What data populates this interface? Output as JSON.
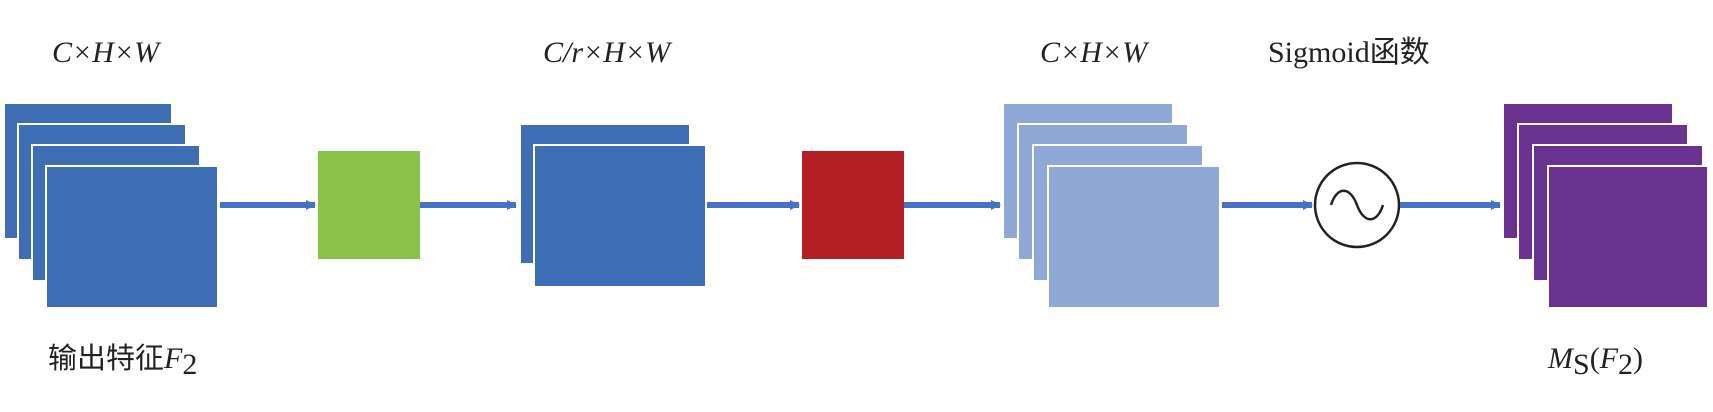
{
  "labels": {
    "input_dims": "C×H×W",
    "reduced_dims": "C/r×H×W",
    "restored_dims": "C×H×W",
    "sigmoid_label": "Sigmoid函数",
    "input_caption_text": "输出特征",
    "input_caption_var": "F",
    "input_caption_sub": "2",
    "output_caption_var": "M",
    "output_caption_sub": "S",
    "output_caption_arg_open": "(",
    "output_caption_arg_var": "F",
    "output_caption_arg_sub": "2",
    "output_caption_arg_close": ")"
  },
  "colors": {
    "input_block": "#3f6eb5",
    "reduce_op": "#8bc34a",
    "reduced_block": "#3f6eb5",
    "expand_op": "#b21f24",
    "restored_block": "#8fa8d5",
    "output_block": "#69338f",
    "arrow": "#4472c4",
    "text": "#222222"
  },
  "icons": {
    "sigmoid": "sine-wave-circle-icon"
  }
}
